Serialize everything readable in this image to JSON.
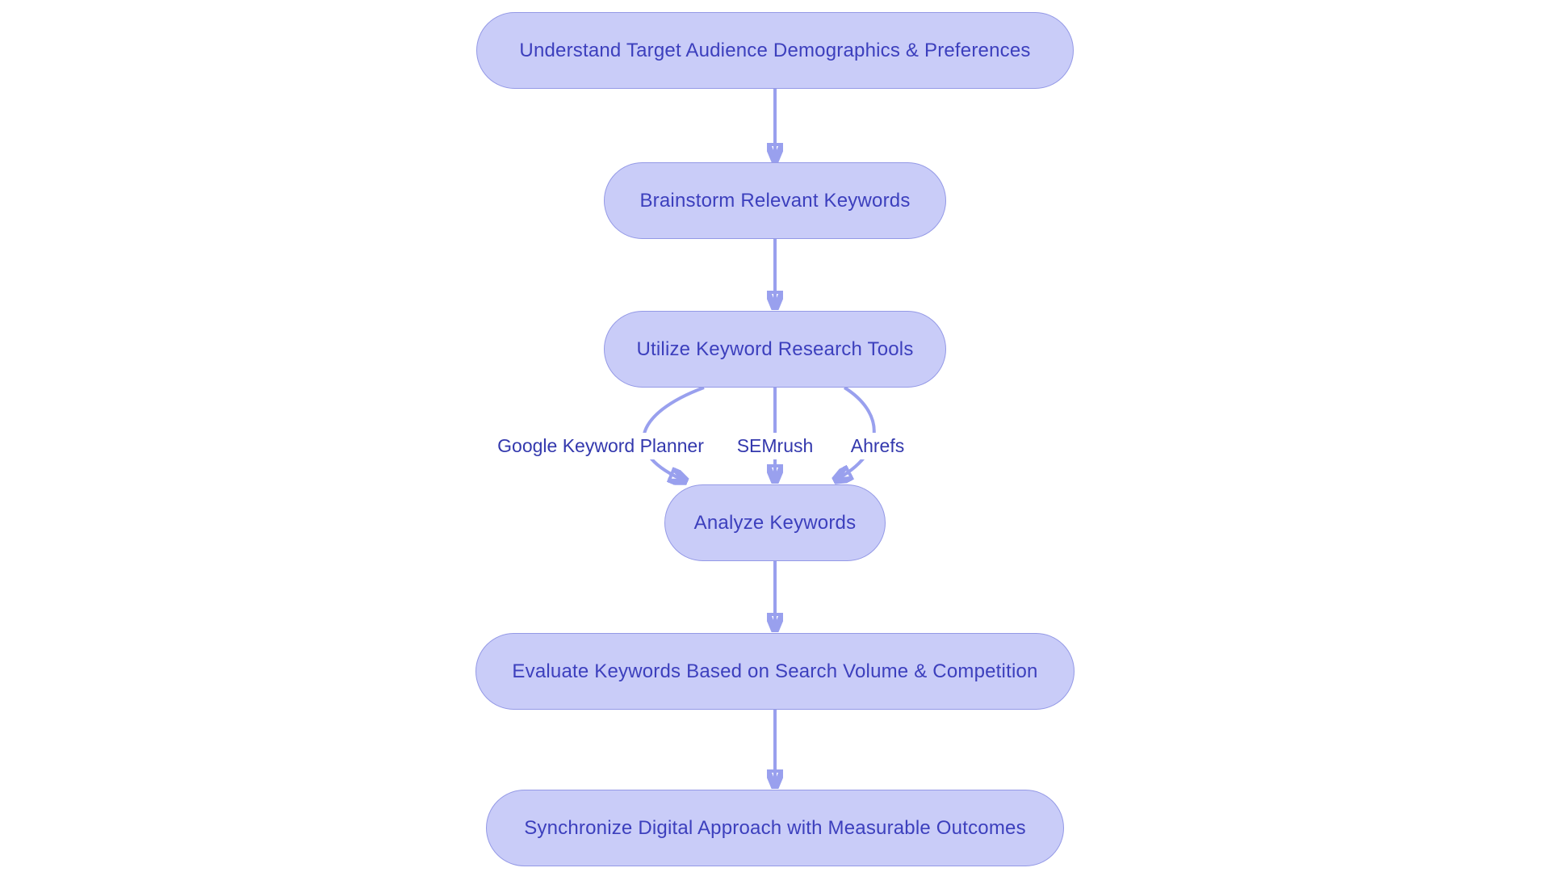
{
  "palette": {
    "background": "#ffffff",
    "node_fill": "#c9ccf8",
    "node_border": "#9499e6",
    "node_text": "#3c3fbd",
    "edge_stroke": "#99a0ee",
    "edge_label_text": "#3338ad"
  },
  "flowchart": {
    "nodes": [
      {
        "id": "understand-audience",
        "label": "Understand Target Audience Demographics & Preferences"
      },
      {
        "id": "brainstorm-keywords",
        "label": "Brainstorm Relevant Keywords"
      },
      {
        "id": "utilize-tools",
        "label": "Utilize Keyword Research Tools"
      },
      {
        "id": "analyze-keywords",
        "label": "Analyze Keywords"
      },
      {
        "id": "evaluate-keywords",
        "label": "Evaluate Keywords Based on Search Volume & Competition"
      },
      {
        "id": "synchronize-approach",
        "label": "Synchronize Digital Approach with Measurable Outcomes"
      }
    ],
    "edge_labels": [
      {
        "text": "Google Keyword Planner"
      },
      {
        "text": "SEMrush"
      },
      {
        "text": "Ahrefs"
      }
    ],
    "edges": [
      {
        "from": "understand-audience",
        "to": "brainstorm-keywords",
        "label": ""
      },
      {
        "from": "brainstorm-keywords",
        "to": "utilize-tools",
        "label": ""
      },
      {
        "from": "utilize-tools",
        "to": "analyze-keywords",
        "label": "Google Keyword Planner"
      },
      {
        "from": "utilize-tools",
        "to": "analyze-keywords",
        "label": "SEMrush"
      },
      {
        "from": "utilize-tools",
        "to": "analyze-keywords",
        "label": "Ahrefs"
      },
      {
        "from": "analyze-keywords",
        "to": "evaluate-keywords",
        "label": ""
      },
      {
        "from": "evaluate-keywords",
        "to": "synchronize-approach",
        "label": ""
      }
    ]
  }
}
